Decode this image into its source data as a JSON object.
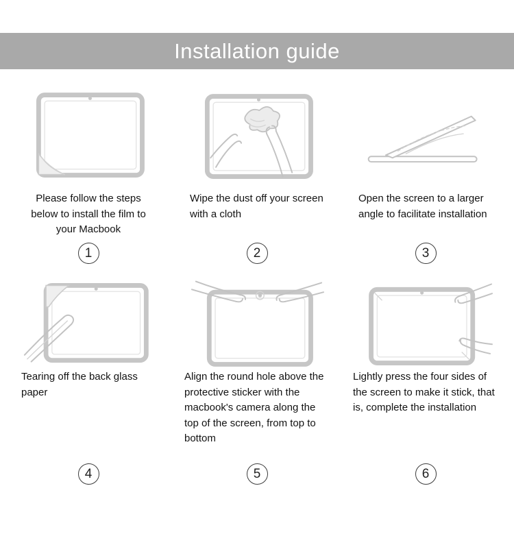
{
  "header": {
    "title": "Installation guide"
  },
  "steps": [
    {
      "number": "1",
      "caption": "Please follow the steps below to install the film to your Macbook"
    },
    {
      "number": "2",
      "caption": "Wipe the dust off your screen with a cloth"
    },
    {
      "number": "3",
      "caption": "Open the screen to a larger angle to facilitate installation"
    },
    {
      "number": "4",
      "caption": "Tearing off the back glass paper"
    },
    {
      "number": "5",
      "caption": "Align the round hole above the protective sticker with the macbook's camera along the top of the screen, from top to bottom"
    },
    {
      "number": "6",
      "caption": "Lightly press the four sides of the screen to make it stick, that is, complete the installation"
    }
  ],
  "colors": {
    "header_bg": "#a9a9a9",
    "line_art": "#c6c6c6",
    "text": "#121212"
  }
}
